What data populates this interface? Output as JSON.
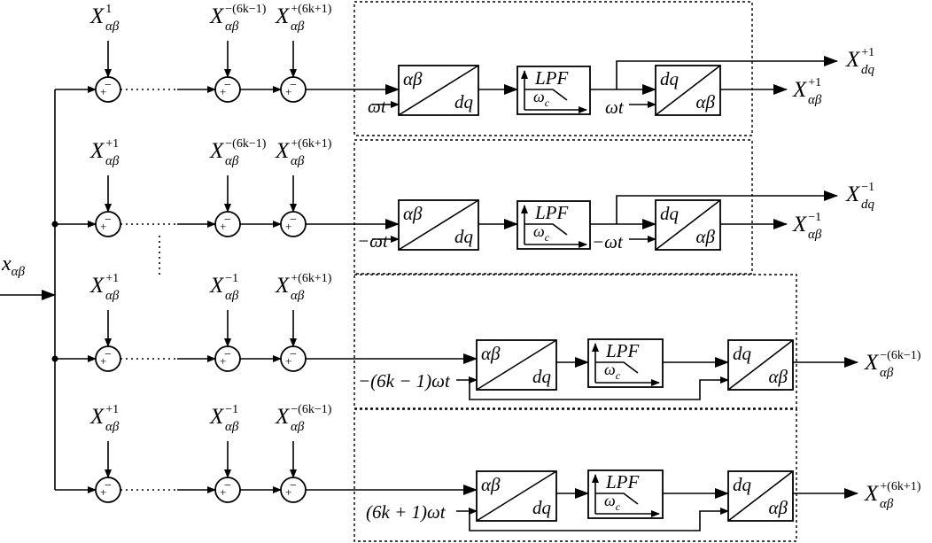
{
  "input": {
    "base": "x",
    "sub": "αβ"
  },
  "conv_ab_dq": {
    "top": "αβ",
    "bottom": "dq"
  },
  "conv_dq_ab": {
    "top": "dq",
    "bottom": "αβ"
  },
  "lpf": {
    "label": "LPF",
    "cutoff": "ω",
    "cutoff_sub": "c"
  },
  "sum_signs": {
    "plus": "+",
    "minus": "−"
  },
  "rows": [
    {
      "refs": [
        {
          "base": "X",
          "sup": "1",
          "sub": "αβ"
        },
        {
          "base": "X",
          "sup": "−(6k−1)",
          "sub": "αβ"
        },
        {
          "base": "X",
          "sup": "+(6k+1)",
          "sub": "αβ"
        }
      ],
      "angle": "ωt",
      "angle_back": "ωt",
      "out_dq": {
        "base": "X",
        "sup": "+1",
        "sub": "dq"
      },
      "out_ab": {
        "base": "X",
        "sup": "+1",
        "sub": "αβ"
      }
    },
    {
      "refs": [
        {
          "base": "X",
          "sup": "+1",
          "sub": "αβ"
        },
        {
          "base": "X",
          "sup": "−(6k−1)",
          "sub": "αβ"
        },
        {
          "base": "X",
          "sup": "+(6k+1)",
          "sub": "αβ"
        }
      ],
      "angle": "−ωt",
      "angle_back": "−ωt",
      "out_dq": {
        "base": "X",
        "sup": "−1",
        "sub": "dq"
      },
      "out_ab": {
        "base": "X",
        "sup": "−1",
        "sub": "αβ"
      }
    },
    {
      "refs": [
        {
          "base": "X",
          "sup": "+1",
          "sub": "αβ"
        },
        {
          "base": "X",
          "sup": "−1",
          "sub": "αβ"
        },
        {
          "base": "X",
          "sup": "+(6k+1)",
          "sub": "αβ"
        }
      ],
      "angle": "−(6k − 1)ωt",
      "out_ab": {
        "base": "X",
        "sup": "−(6k−1)",
        "sub": "αβ"
      }
    },
    {
      "refs": [
        {
          "base": "X",
          "sup": "+1",
          "sub": "αβ"
        },
        {
          "base": "X",
          "sup": "−1",
          "sub": "αβ"
        },
        {
          "base": "X",
          "sup": "−(6k−1)",
          "sub": "αβ"
        }
      ],
      "angle": "(6k + 1)ωt",
      "out_ab": {
        "base": "X",
        "sup": "+(6k+1)",
        "sub": "αβ"
      }
    }
  ]
}
